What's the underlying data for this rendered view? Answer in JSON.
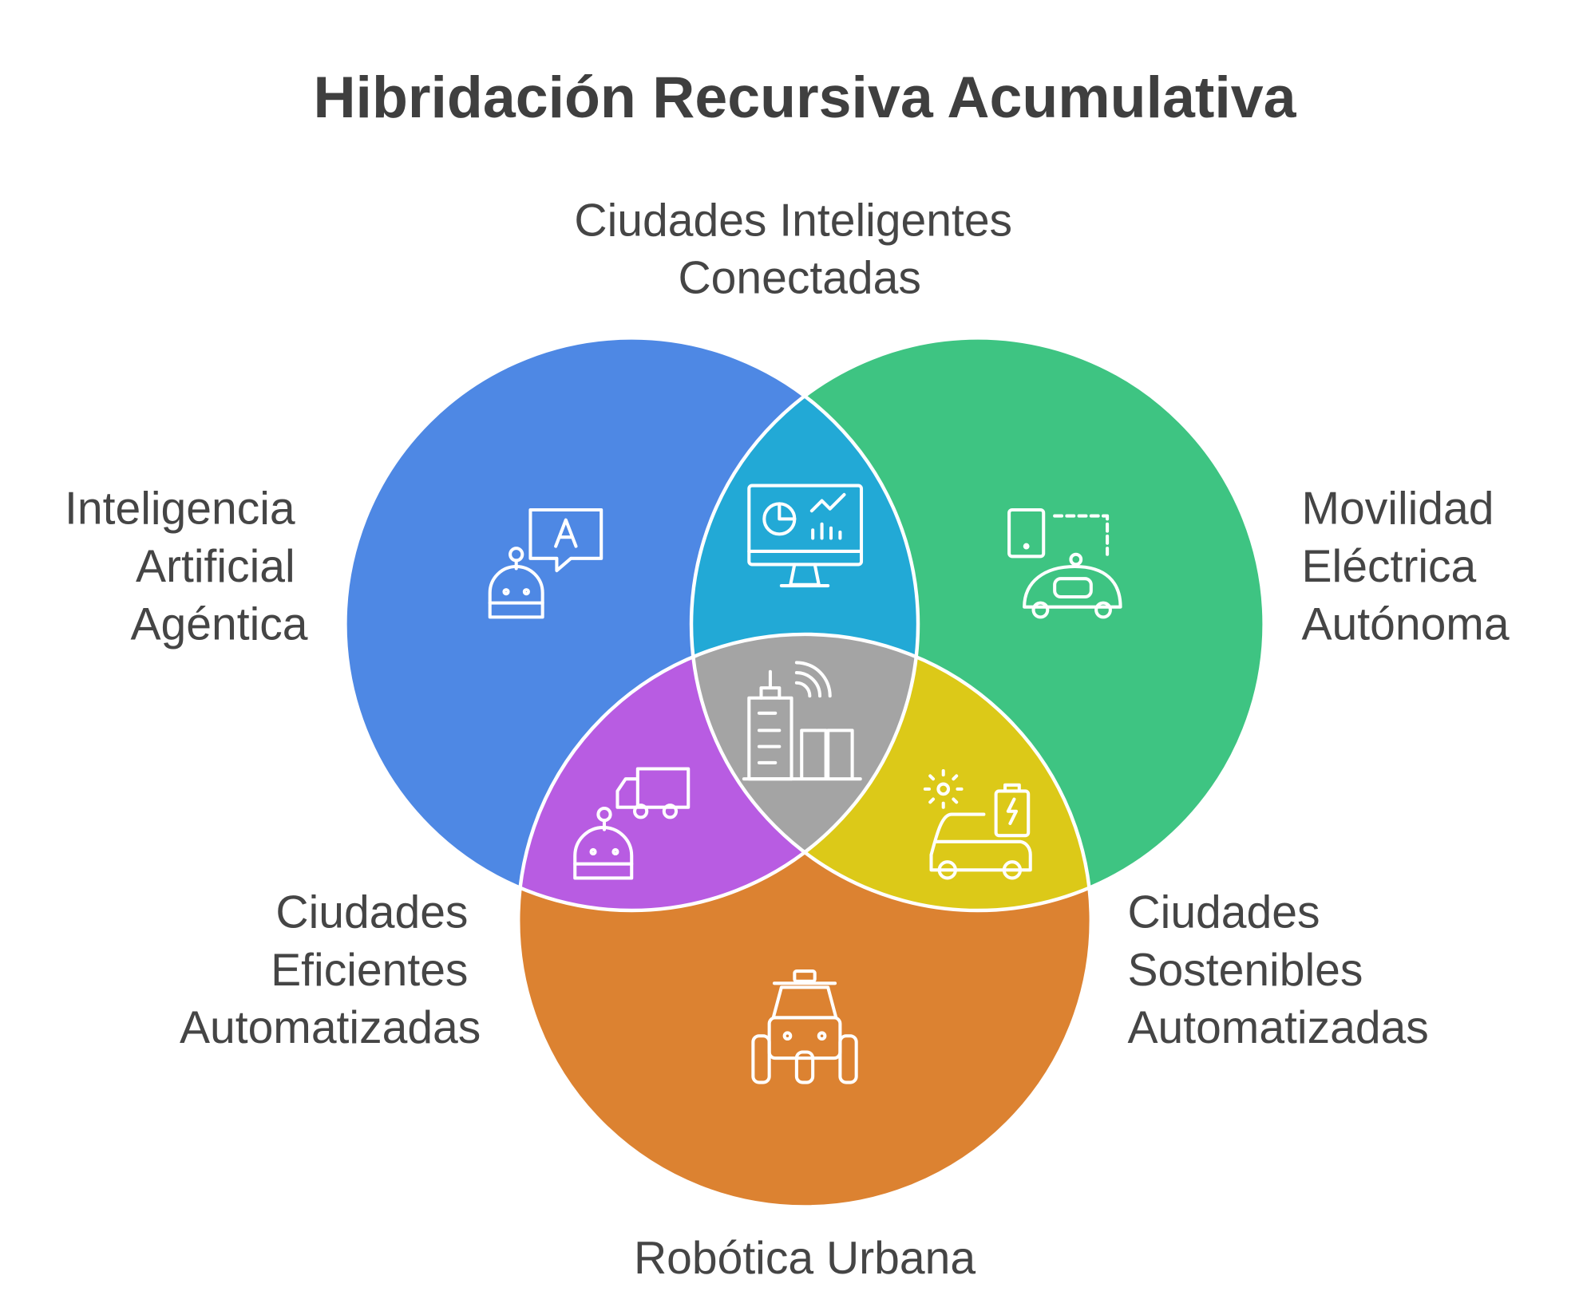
{
  "title": "Hibridación Recursiva Acumulativa",
  "sets": {
    "ia": {
      "lines": [
        "Inteligencia",
        "Artificial",
        "Agéntica"
      ],
      "color": "#4e88e4",
      "icon": "robot-chat-icon"
    },
    "movilidad": {
      "lines": [
        "Movilidad",
        "Eléctrica",
        "Autónoma"
      ],
      "color": "#3ec482",
      "icon": "phone-autonomous-car-icon"
    },
    "robotica": {
      "lines": [
        "Robótica Urbana"
      ],
      "color": "#dc8231",
      "icon": "robot-taxi-icon"
    }
  },
  "intersections": {
    "ia_movilidad": {
      "lines": [
        "Ciudades Inteligentes",
        "Conectadas"
      ],
      "color": "#22a9d6",
      "icon": "monitor-dashboard-icon"
    },
    "ia_robotica": {
      "lines": [
        "Ciudades",
        "Eficientes",
        "Automatizadas"
      ],
      "color": "#b85ce2",
      "icon": "robot-truck-icon"
    },
    "movilidad_robotica": {
      "lines": [
        "Ciudades",
        "Sostenibles",
        "Automatizadas"
      ],
      "color": "#dcc918",
      "icon": "solar-battery-car-icon"
    },
    "all": {
      "color": "#a4a4a4",
      "icon": "smart-building-icon"
    }
  }
}
